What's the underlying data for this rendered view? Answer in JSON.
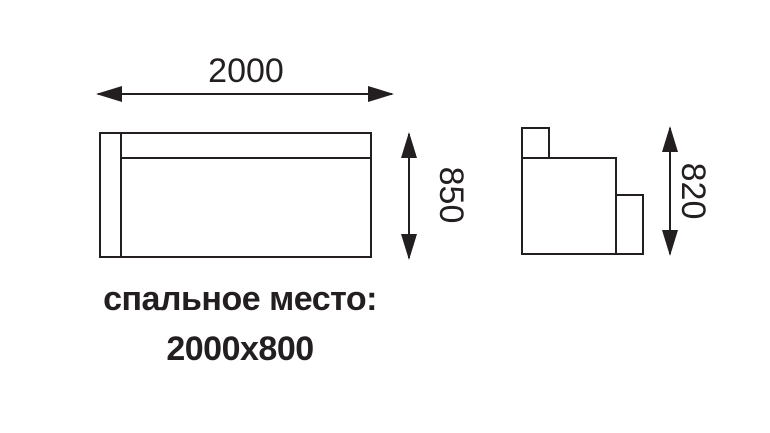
{
  "front_view": {
    "width_label": "2000",
    "height_label": "850"
  },
  "side_view": {
    "height_label": "820"
  },
  "caption": {
    "line1": "спальное место:",
    "line2": "2000x800"
  }
}
